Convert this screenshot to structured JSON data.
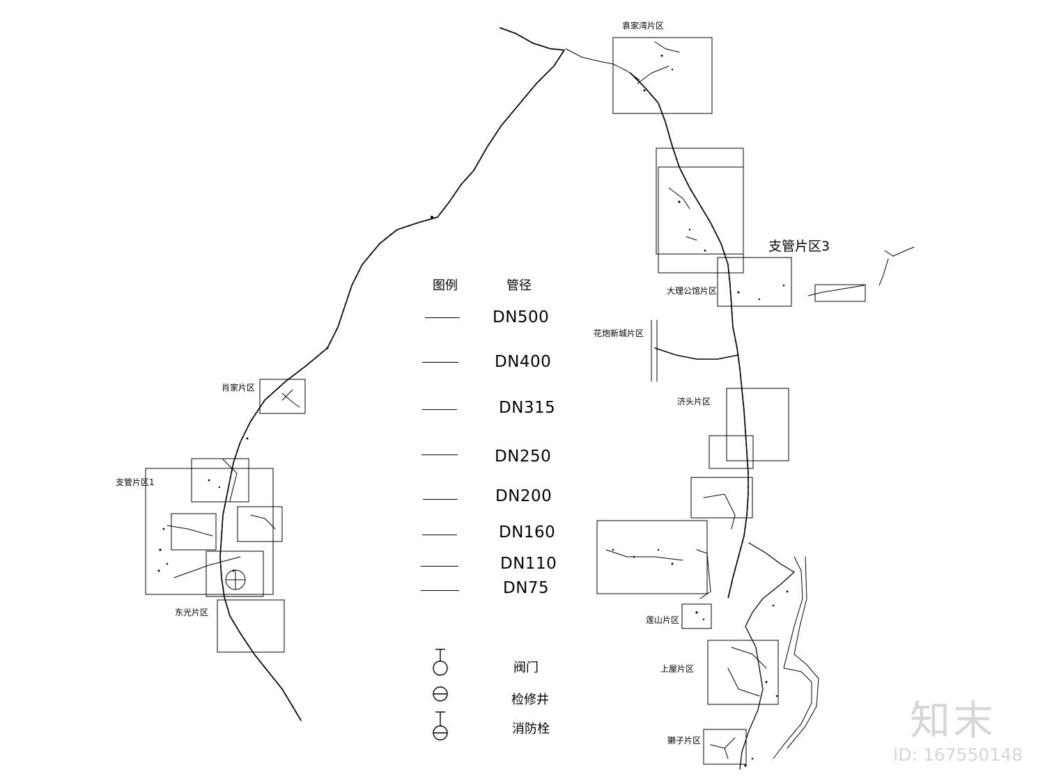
{
  "zones": [
    {
      "id": "yuanjiawan",
      "label": "袁家湾片区"
    },
    {
      "id": "zhiguan3",
      "label": "支管片区3"
    },
    {
      "id": "dali_gongguan",
      "label": "大理公馆片区"
    },
    {
      "id": "huapao",
      "label": "花炮新城片区"
    },
    {
      "id": "xiaojia",
      "label": "肖家片区"
    },
    {
      "id": "jitou",
      "label": "济头片区"
    },
    {
      "id": "zhiguan1",
      "label": "支管片区1"
    },
    {
      "id": "dongguang",
      "label": "东光片区"
    },
    {
      "id": "lianshan",
      "label": "莲山片区"
    },
    {
      "id": "shangwu",
      "label": "上屋片区"
    },
    {
      "id": "zizi",
      "label": "獭子片区"
    }
  ],
  "legend": {
    "header_left": "图例",
    "header_right": "管径",
    "pipes": [
      "DN500",
      "DN400",
      "DN315",
      "DN250",
      "DN200",
      "DN160",
      "DN110",
      "DN75"
    ],
    "symbols": [
      {
        "icon": "valve-icon",
        "label": "阀门"
      },
      {
        "icon": "manhole-icon",
        "label": "检修井"
      },
      {
        "icon": "hydrant-icon",
        "label": "消防栓"
      }
    ]
  },
  "watermark": {
    "logo": "知末",
    "id": "ID: 167550148"
  }
}
